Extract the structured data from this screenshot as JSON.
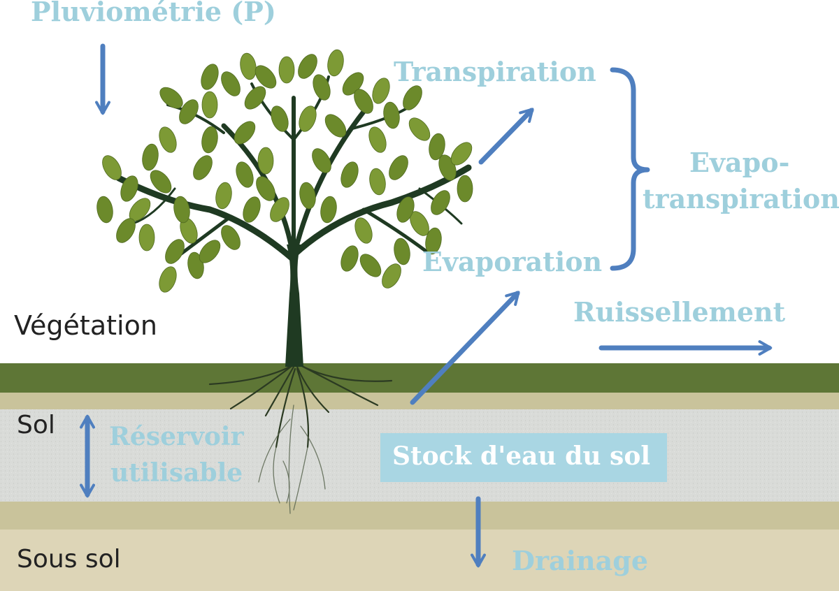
{
  "labels": {
    "pluviometrie": "Pluviométrie (P)",
    "transpiration": "Transpiration",
    "evapotranspiration_line1": "Evapo-",
    "evapotranspiration_line2": "transpiration",
    "evaporation": "Evaporation",
    "ruissellement": "Ruissellement",
    "vegetation": "Végétation",
    "sol": "Sol",
    "reservoir_line1": "Réservoir",
    "reservoir_line2": "utilisable",
    "stock": "Stock d'eau du sol",
    "sous_sol": "Sous sol",
    "drainage": "Drainage"
  },
  "colors": {
    "arrow": "#4f7fbf",
    "label_blue": "#9ecfdc",
    "grass": "#5e7636",
    "soil_band": "#c9c39b",
    "soil": "#d9dbd8",
    "subsoil": "#ddd5b7",
    "stock_box": "#a9d6e3",
    "tree": "#1f3a22",
    "leaf": "#6c8a2b"
  },
  "icons": [
    "tree-icon"
  ]
}
